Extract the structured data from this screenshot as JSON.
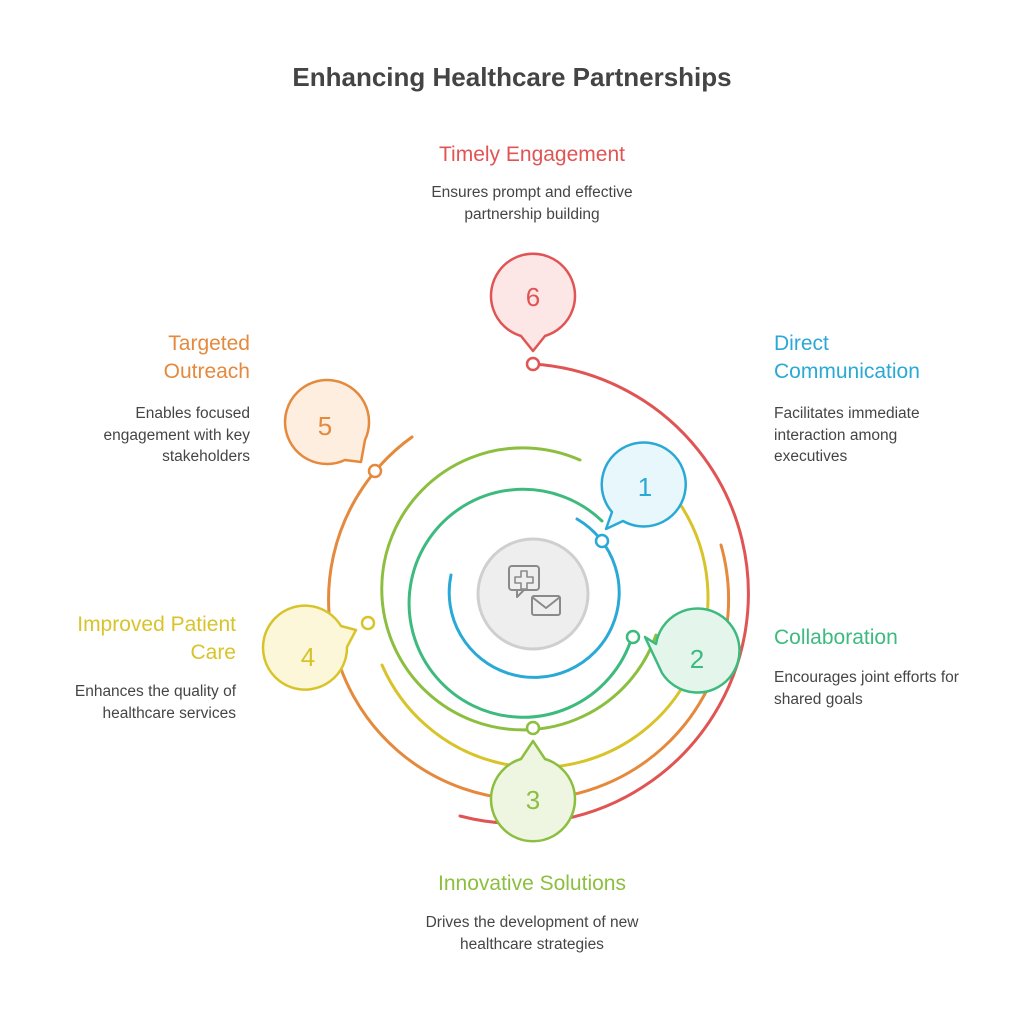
{
  "title": "Enhancing Healthcare Partnerships",
  "center_icon": "hospital-message-icon",
  "steps": [
    {
      "number": "1",
      "heading": "Direct Communication",
      "description": "Facilitates immediate interaction among executives",
      "color": "#2aa9d6",
      "fill": "#e8f7fc"
    },
    {
      "number": "2",
      "heading": "Collaboration",
      "description": "Encourages joint efforts for shared goals",
      "color": "#3dba7e",
      "fill": "#e4f6ec"
    },
    {
      "number": "3",
      "heading": "Innovative Solutions",
      "description": "Drives the development of new healthcare strategies",
      "color": "#8cbf3f",
      "fill": "#eef6e2"
    },
    {
      "number": "4",
      "heading": "Improved Patient Care",
      "description": "Enhances the quality of healthcare services",
      "color": "#d8c42a",
      "fill": "#fbf7d8"
    },
    {
      "number": "5",
      "heading": "Targeted Outreach",
      "description": "Enables focused engagement with key stakeholders",
      "color": "#e5893d",
      "fill": "#fdeee0"
    },
    {
      "number": "6",
      "heading": "Timely Engagement",
      "description": "Ensures prompt and effective partnership building",
      "color": "#e05454",
      "fill": "#fde7e6"
    }
  ]
}
